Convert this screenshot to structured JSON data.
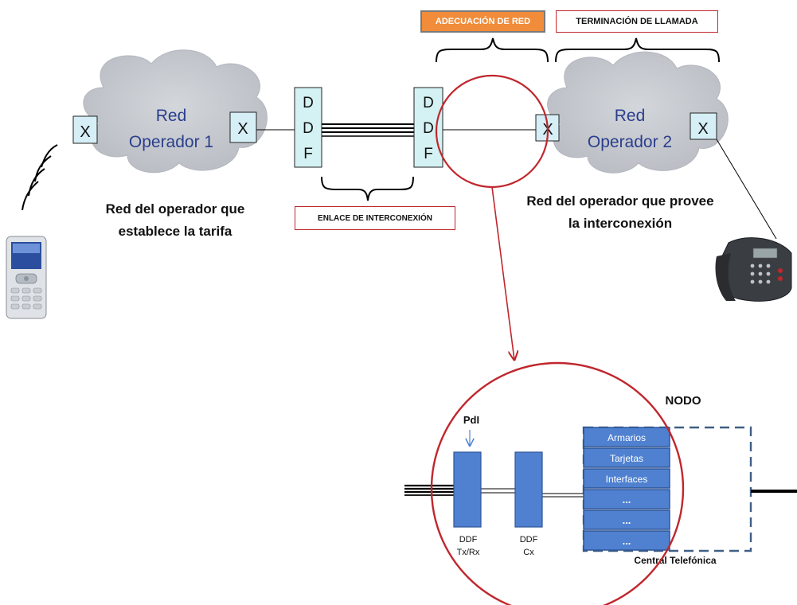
{
  "header_labels": {
    "adecuacion": "ADECUACIÓN DE RED",
    "terminacion": "TERMINACIÓN DE LLAMADA"
  },
  "clouds": {
    "op1_line1": "Red",
    "op1_line2": "Operador 1",
    "op2_line1": "Red",
    "op2_line2": "Operador 2"
  },
  "switch_label": "X",
  "ddf_letters": [
    "D",
    "D",
    "F"
  ],
  "captions": {
    "op1_line1": "Red del operador que",
    "op1_line2": "establece la tarifa",
    "op2_line1": "Red del operador que provee",
    "op2_line2": "la interconexión",
    "enlace": "ENLACE DE INTERCONEXIÓN"
  },
  "detail": {
    "pdi": "PdI",
    "nodo": "NODO",
    "ddf_txrx_line1": "DDF",
    "ddf_txrx_line2": "Tx/Rx",
    "ddf_cx_line1": "DDF",
    "ddf_cx_line2": "Cx",
    "rack_items": [
      "Armarios",
      "Tarjetas",
      "Interfaces",
      "...",
      "...",
      "..."
    ],
    "central": "Central Telefónica"
  },
  "colors": {
    "cloud_fill": "#c4c8ce",
    "cloud_text": "#2b3e8c",
    "switch_fill": "#d6eef6",
    "ddf_fill": "#d4f1f4",
    "adecuacion_fill": "#f08c3a",
    "red_accent": "#c0272d",
    "detail_blue": "#4f81d0",
    "rack_border": "#2f5597",
    "dashed_box": "#3f5f86"
  }
}
